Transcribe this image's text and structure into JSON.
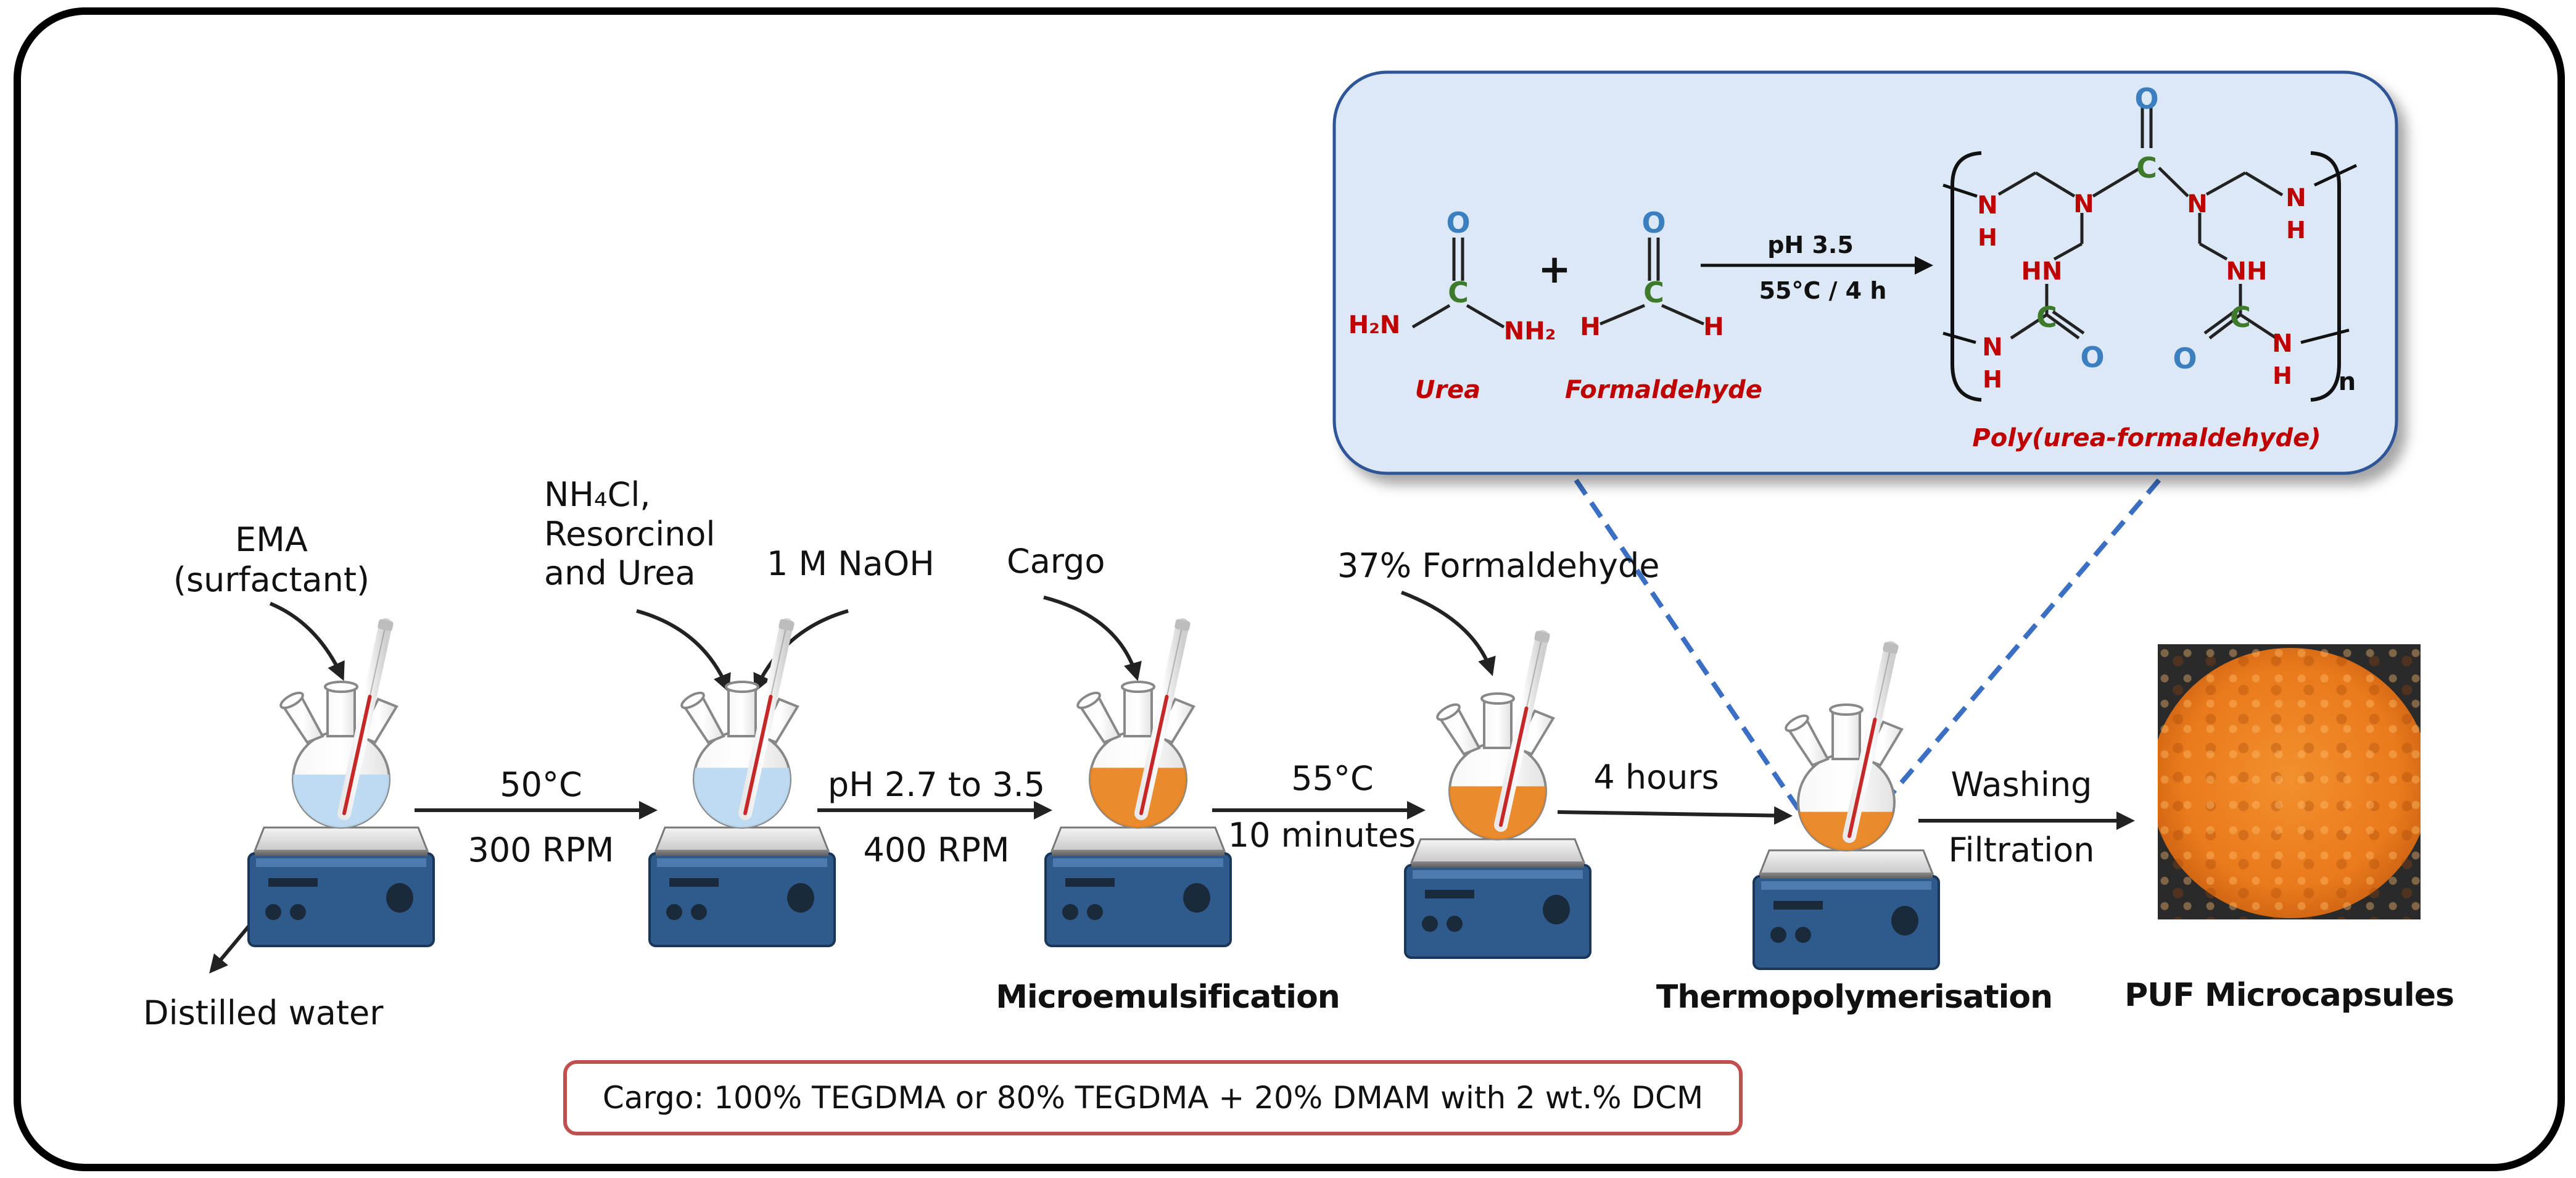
{
  "reaction": {
    "urea_label": "Urea",
    "formaldehyde_label": "Formaldehyde",
    "product_label": "Poly(urea-formaldehyde)",
    "conditions_top": "pH 3.5",
    "conditions_bottom": "55°C / 4 h",
    "plus": "+",
    "subscript_n": "n"
  },
  "atoms": {
    "O": "O",
    "C": "C",
    "N": "N",
    "H": "H",
    "HN": "HN",
    "NH": "NH",
    "H2N": "H₂N",
    "NH2": "NH₂"
  },
  "process": {
    "ema": [
      "EMA",
      "(surfactant)"
    ],
    "distilled_water": "Distilled water",
    "reagents": [
      "NH₄Cl,",
      "Resorcinol",
      "and Urea"
    ],
    "naoh": "1 M NaOH",
    "cargo": "Cargo",
    "formaldehyde": "37% Formaldehyde",
    "arrow1": [
      "50°C",
      "300 RPM"
    ],
    "arrow2": [
      "pH 2.7 to 3.5",
      "400 RPM"
    ],
    "arrow3": [
      "55°C",
      "10 minutes"
    ],
    "arrow4": "4 hours",
    "arrow5": [
      "Washing",
      "Filtration"
    ],
    "stage_microemulsification": "Microemulsification",
    "stage_thermopolymerisation": "Thermopolymerisation",
    "stage_puf": "PUF Microcapsules"
  },
  "cargo_note": "Cargo: 100% TEGDMA or 80% TEGDMA + 20% DMAM with 2 wt.% DCM",
  "colors": {
    "border": "#000000",
    "panel_fill": "#dce8f5",
    "panel_border": "#2f5597",
    "atom_red": "#c00000",
    "atom_blue": "#3c7fc0",
    "atom_green": "#3d7a2b",
    "label_red": "#c00000",
    "liquid_blue": "#b8d8f0",
    "liquid_orange": "#e8821c",
    "stirrer_blue": "#2e5a8c",
    "cargo_border": "#c0504d",
    "dashed": "#3a6fc4"
  }
}
